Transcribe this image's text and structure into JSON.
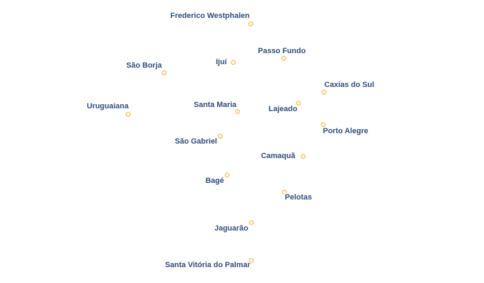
{
  "map": {
    "colors": {
      "label": "#2e4d7b",
      "label_halo": "#ffffff",
      "marker_stroke": "#f2b84b",
      "marker_fill": "#fff6df",
      "background": "#ffffff"
    },
    "cities": [
      {
        "id": "frederico-westphalen",
        "name": "Frederico Westphalen"
      },
      {
        "id": "passo-fundo",
        "name": "Passo Fundo"
      },
      {
        "id": "sao-borja",
        "name": "São Borja"
      },
      {
        "id": "ijui",
        "name": "Ijuí"
      },
      {
        "id": "caxias-do-sul",
        "name": "Caxias do Sul"
      },
      {
        "id": "uruguaiana",
        "name": "Uruguaiana"
      },
      {
        "id": "santa-maria",
        "name": "Santa Maria"
      },
      {
        "id": "lajeado",
        "name": "Lajeado"
      },
      {
        "id": "porto-alegre",
        "name": "Porto Alegre"
      },
      {
        "id": "sao-gabriel",
        "name": "São Gabriel"
      },
      {
        "id": "camaqua",
        "name": "Camaquã"
      },
      {
        "id": "bage",
        "name": "Bagé"
      },
      {
        "id": "pelotas",
        "name": "Pelotas"
      },
      {
        "id": "jaguarao",
        "name": "Jaguarão"
      },
      {
        "id": "santa-vitoria-do-palmar",
        "name": "Santa Vitória do Palmar"
      }
    ]
  }
}
